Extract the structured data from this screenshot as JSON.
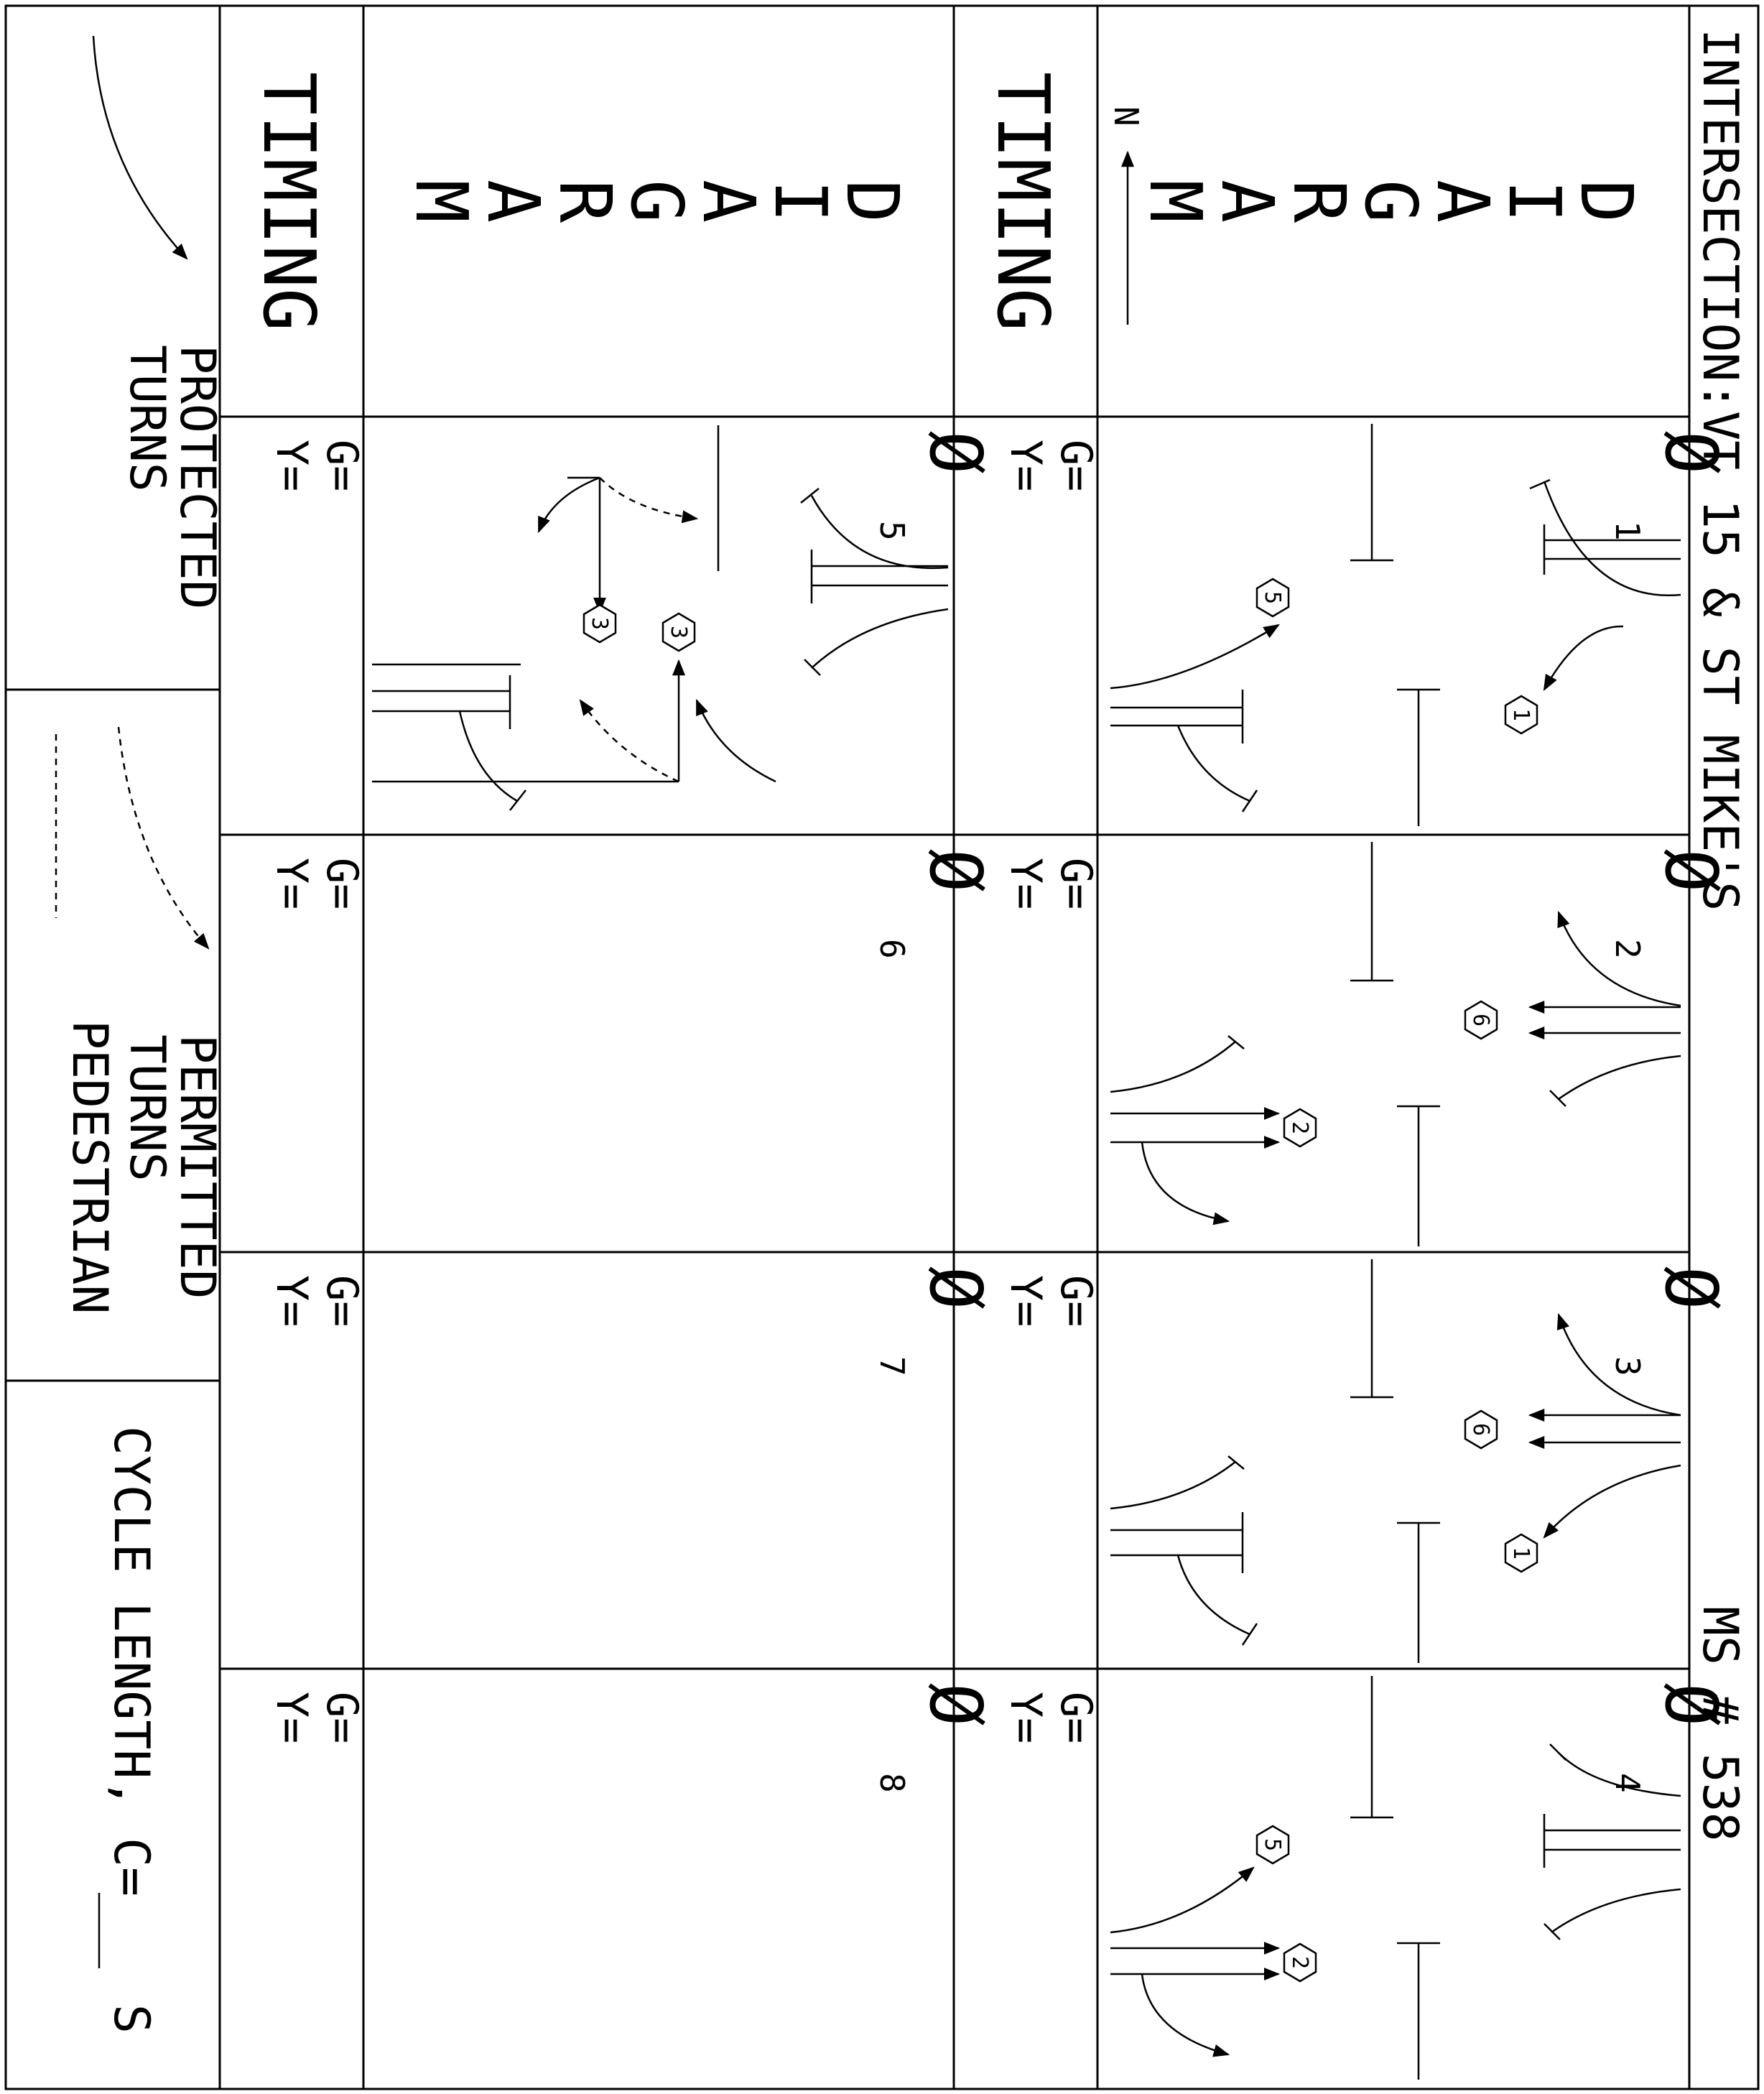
{
  "header": {
    "intersection": "INTERSECTION:VT 15 & ST MIKE'S",
    "ms_number": "MS # 538",
    "north_label": "N"
  },
  "left_labels": {
    "diagram_letters": [
      "D",
      "I",
      "A",
      "G",
      "R",
      "A",
      "M"
    ],
    "timing": "TIMING"
  },
  "phases": {
    "symbol": "Ø",
    "top_row": [
      "1",
      "2",
      "3",
      "4"
    ],
    "bottom_row": [
      "5",
      "6",
      "7",
      "8"
    ]
  },
  "timing_cell": {
    "green": "G=",
    "yellow": "Y="
  },
  "hex_labels": [
    "1",
    "2",
    "3",
    "5",
    "6"
  ],
  "legend": {
    "protected_line1": "PROTECTED",
    "protected_line2": "TURNS",
    "permitted_line1": "PERMITTED",
    "permitted_line2": "TURNS",
    "pedestrian": "PEDESTRIAN",
    "cycle_length": "CYCLE LENGTH, C=",
    "cycle_unit": "S"
  }
}
